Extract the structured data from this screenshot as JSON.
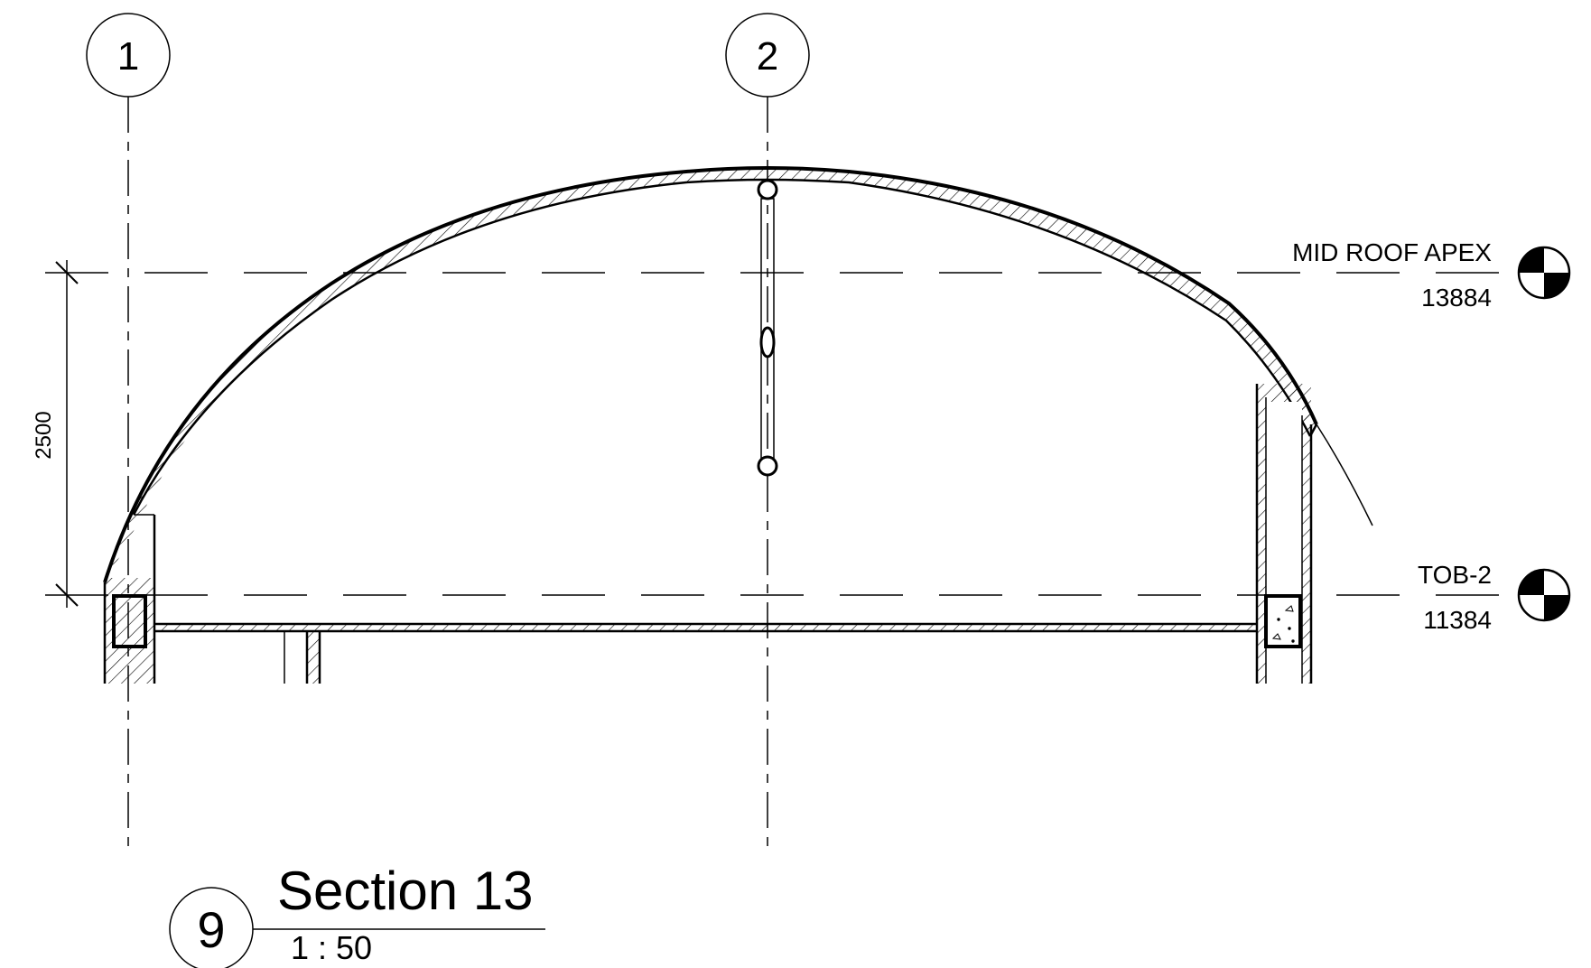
{
  "drawing": {
    "grids": [
      {
        "label": "1"
      },
      {
        "label": "2"
      }
    ],
    "levels": [
      {
        "name": "MID ROOF APEX",
        "elevation": "13884"
      },
      {
        "name": "TOB-2",
        "elevation": "11384"
      }
    ],
    "dimension": {
      "value": "2500"
    },
    "view": {
      "number": "9",
      "title": "Section 13",
      "scale": "1 : 50"
    },
    "colors": {
      "line": "#000000",
      "background": "#ffffff"
    }
  }
}
